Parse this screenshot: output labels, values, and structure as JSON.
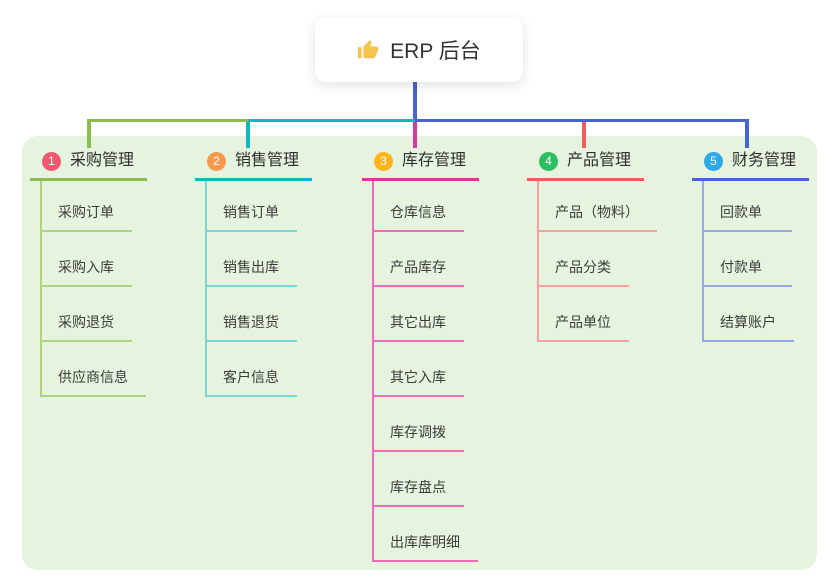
{
  "root": {
    "title": "ERP 后台",
    "icon": "thumbs-up-icon",
    "icon_color": "#F6C34C"
  },
  "canvas": {
    "background": "#ffffff",
    "panel_background": "#E6F4DF"
  },
  "connectors": {
    "root_line_color": "#4A63D4"
  },
  "branches": [
    {
      "index": "1",
      "title": "采购管理",
      "badge_color": "#F1586E",
      "line_color": "#89BE4C",
      "line_light": "#ABD584",
      "items": [
        "采购订单",
        "采购入库",
        "采购退货",
        "供应商信息"
      ]
    },
    {
      "index": "2",
      "title": "销售管理",
      "badge_color": "#F79A4D",
      "line_color": "#13B8BE",
      "line_light": "#79D6D8",
      "items": [
        "销售订单",
        "销售出库",
        "销售退货",
        "客户信息"
      ]
    },
    {
      "index": "3",
      "title": "库存管理",
      "badge_color": "#FFB41C",
      "line_color": "#D9399E",
      "line_light": "#EE6BB5",
      "items": [
        "仓库信息",
        "产品库存",
        "其它出库",
        "其它入库",
        "库存调拨",
        "库存盘点",
        "出库库明细"
      ]
    },
    {
      "index": "4",
      "title": "产品管理",
      "badge_color": "#2EBE62",
      "line_color": "#F15C5C",
      "line_light": "#F8A0A0",
      "items": [
        "产品（物料）",
        "产品分类",
        "产品单位"
      ]
    },
    {
      "index": "5",
      "title": "财务管理",
      "badge_color": "#2CA9E8",
      "line_color": "#4A63D4",
      "line_light": "#96A9E6",
      "items": [
        "回款单",
        "付款单",
        "结算账户"
      ]
    }
  ]
}
